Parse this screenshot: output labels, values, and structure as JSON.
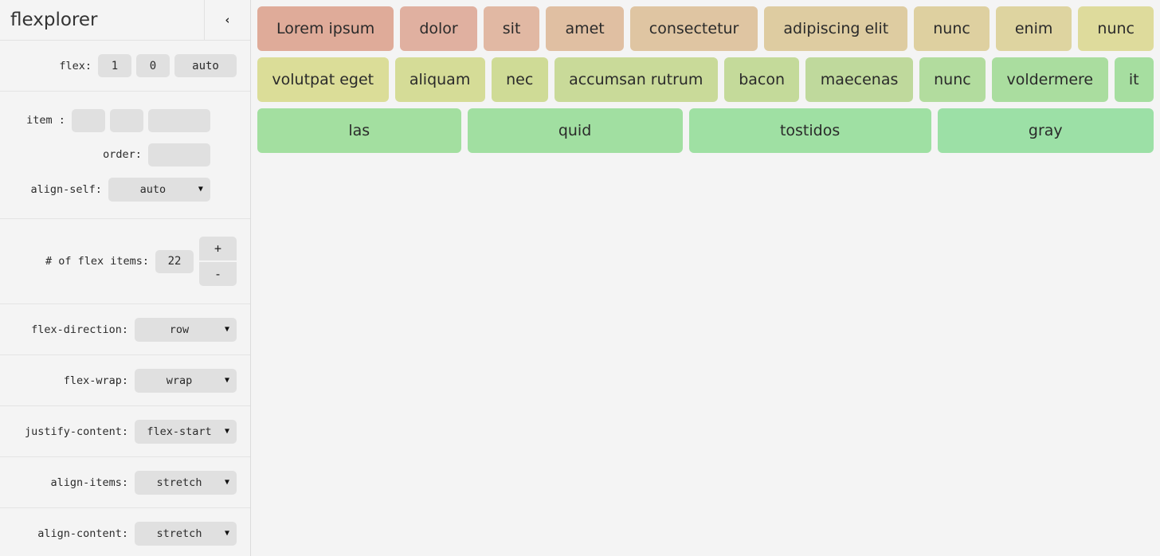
{
  "app": {
    "title": "flexplorer",
    "collapse_icon": "chevron-left-icon",
    "collapse_glyph": "‹",
    "background": "#f4f4f4"
  },
  "sidebar": {
    "flex_row": {
      "label": "flex:",
      "grow": "1",
      "shrink": "0",
      "basis": "auto"
    },
    "item_row": {
      "label": "item :",
      "grow": "",
      "shrink": "",
      "basis": ""
    },
    "order_row": {
      "label": "order:",
      "value": ""
    },
    "align_self_row": {
      "label": "align-self:",
      "value": "auto"
    },
    "count_row": {
      "label": "# of flex items:",
      "value": "22",
      "increment_label": "+",
      "decrement_label": "-"
    },
    "flex_direction_row": {
      "label": "flex-direction:",
      "value": "row"
    },
    "flex_wrap_row": {
      "label": "flex-wrap:",
      "value": "wrap"
    },
    "justify_content_row": {
      "label": "justify-content:",
      "value": "flex-start"
    },
    "align_items_row": {
      "label": "align-items:",
      "value": "stretch"
    },
    "align_content_row": {
      "label": "align-content:",
      "value": "stretch"
    }
  },
  "canvas": {
    "items": [
      {
        "label": "Lorem ipsum",
        "color": "#dfab99"
      },
      {
        "label": "dolor",
        "color": "#e0b0a0"
      },
      {
        "label": "sit",
        "color": "#e1b8a3"
      },
      {
        "label": "amet",
        "color": "#e0bfa2"
      },
      {
        "label": "consectetur",
        "color": "#dfc5a2"
      },
      {
        "label": "adipiscing elit",
        "color": "#decca1"
      },
      {
        "label": "nunc",
        "color": "#ded0a0"
      },
      {
        "label": "enim",
        "color": "#ded4a0"
      },
      {
        "label": "nunc",
        "color": "#dedb9c"
      },
      {
        "label": "volutpat eget",
        "color": "#dbdd98"
      },
      {
        "label": "aliquam",
        "color": "#d5dc97"
      },
      {
        "label": "nec",
        "color": "#cfdb96"
      },
      {
        "label": "accumsan rutrum",
        "color": "#c9da99"
      },
      {
        "label": "bacon",
        "color": "#c4da9a"
      },
      {
        "label": "maecenas",
        "color": "#bfd99c"
      },
      {
        "label": "nunc",
        "color": "#b2dc9e"
      },
      {
        "label": "voldermere",
        "color": "#aadd9f"
      },
      {
        "label": "it",
        "color": "#a6dea0"
      },
      {
        "label": "las",
        "color": "#a3dfa0"
      },
      {
        "label": "quid",
        "color": "#a1dfa1"
      },
      {
        "label": "tostidos",
        "color": "#9fe0a3"
      },
      {
        "label": "gray",
        "color": "#9ce0a6"
      }
    ]
  }
}
